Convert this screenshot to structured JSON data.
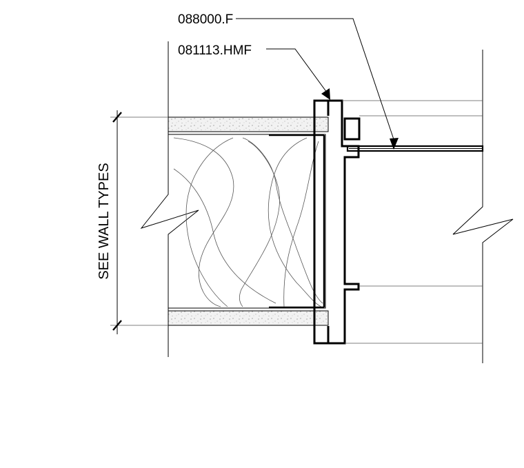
{
  "callouts": {
    "glazing_tag": "088000.F",
    "frame_tag": "081113.HMF"
  },
  "dimension": {
    "label": "SEE WALL TYPES"
  }
}
